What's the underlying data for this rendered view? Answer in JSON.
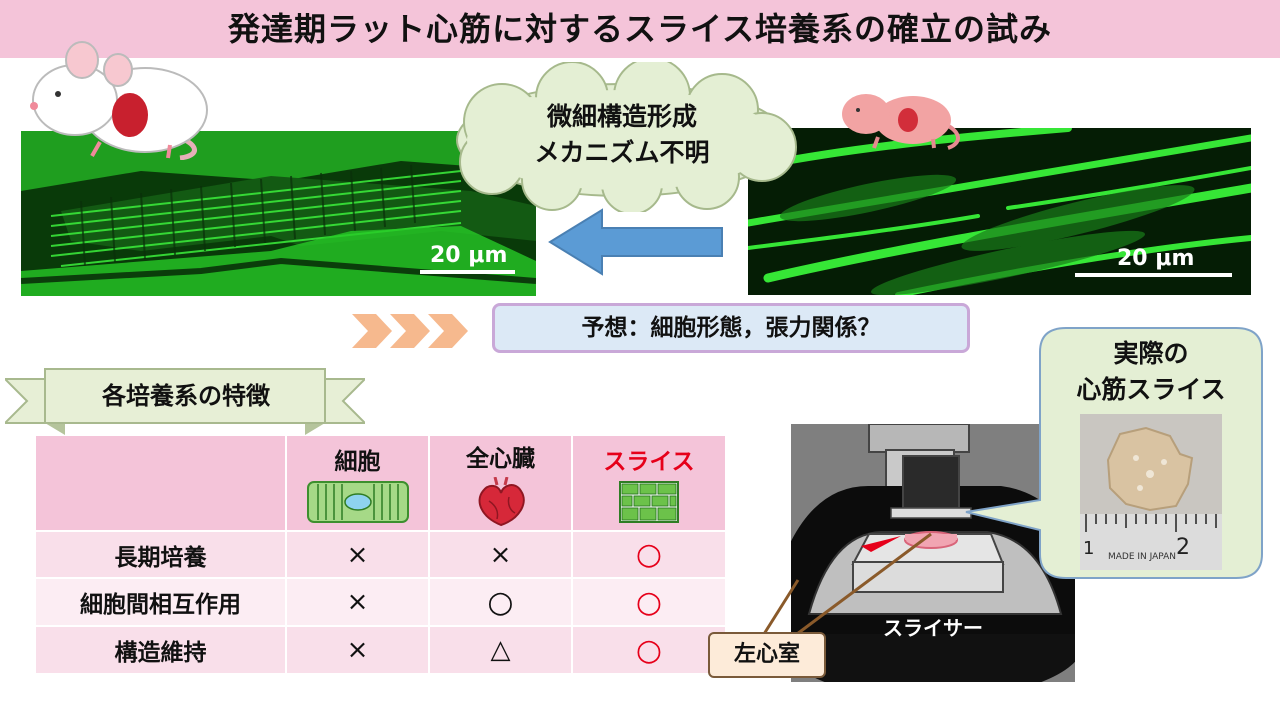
{
  "title": "発達期ラット心筋に対するスライス培養系の確立の試み",
  "cloud": {
    "line1": "微細構造形成",
    "line2": "メカニズム不明"
  },
  "scale_bars": {
    "left": "20 μm",
    "right": "20 μm"
  },
  "prediction": "予想：細胞形態，張力関係？",
  "ribbon": "各培養系の特徴",
  "table": {
    "columns": [
      "細胞",
      "全心臓",
      "スライス"
    ],
    "rows": [
      {
        "label": "長期培養",
        "cells": [
          "×",
          "×",
          "○"
        ]
      },
      {
        "label": "細胞間相互作用",
        "cells": [
          "×",
          "○",
          "○"
        ]
      },
      {
        "label": "構造維持",
        "cells": [
          "×",
          "△",
          "○"
        ]
      }
    ]
  },
  "slicer_label": "スライサー",
  "lv_label": "左心室",
  "callout": {
    "line1": "実際の",
    "line2": "心筋スライス"
  },
  "ruler": {
    "n1": "1",
    "n2": "2",
    "brand": "MADE IN JAPAN"
  },
  "colors": {
    "title_bg": "#f4c4d9",
    "accent_red": "#e6001a",
    "arrow_blue": "#5b9bd5",
    "micro_green": "#2ee82e"
  }
}
